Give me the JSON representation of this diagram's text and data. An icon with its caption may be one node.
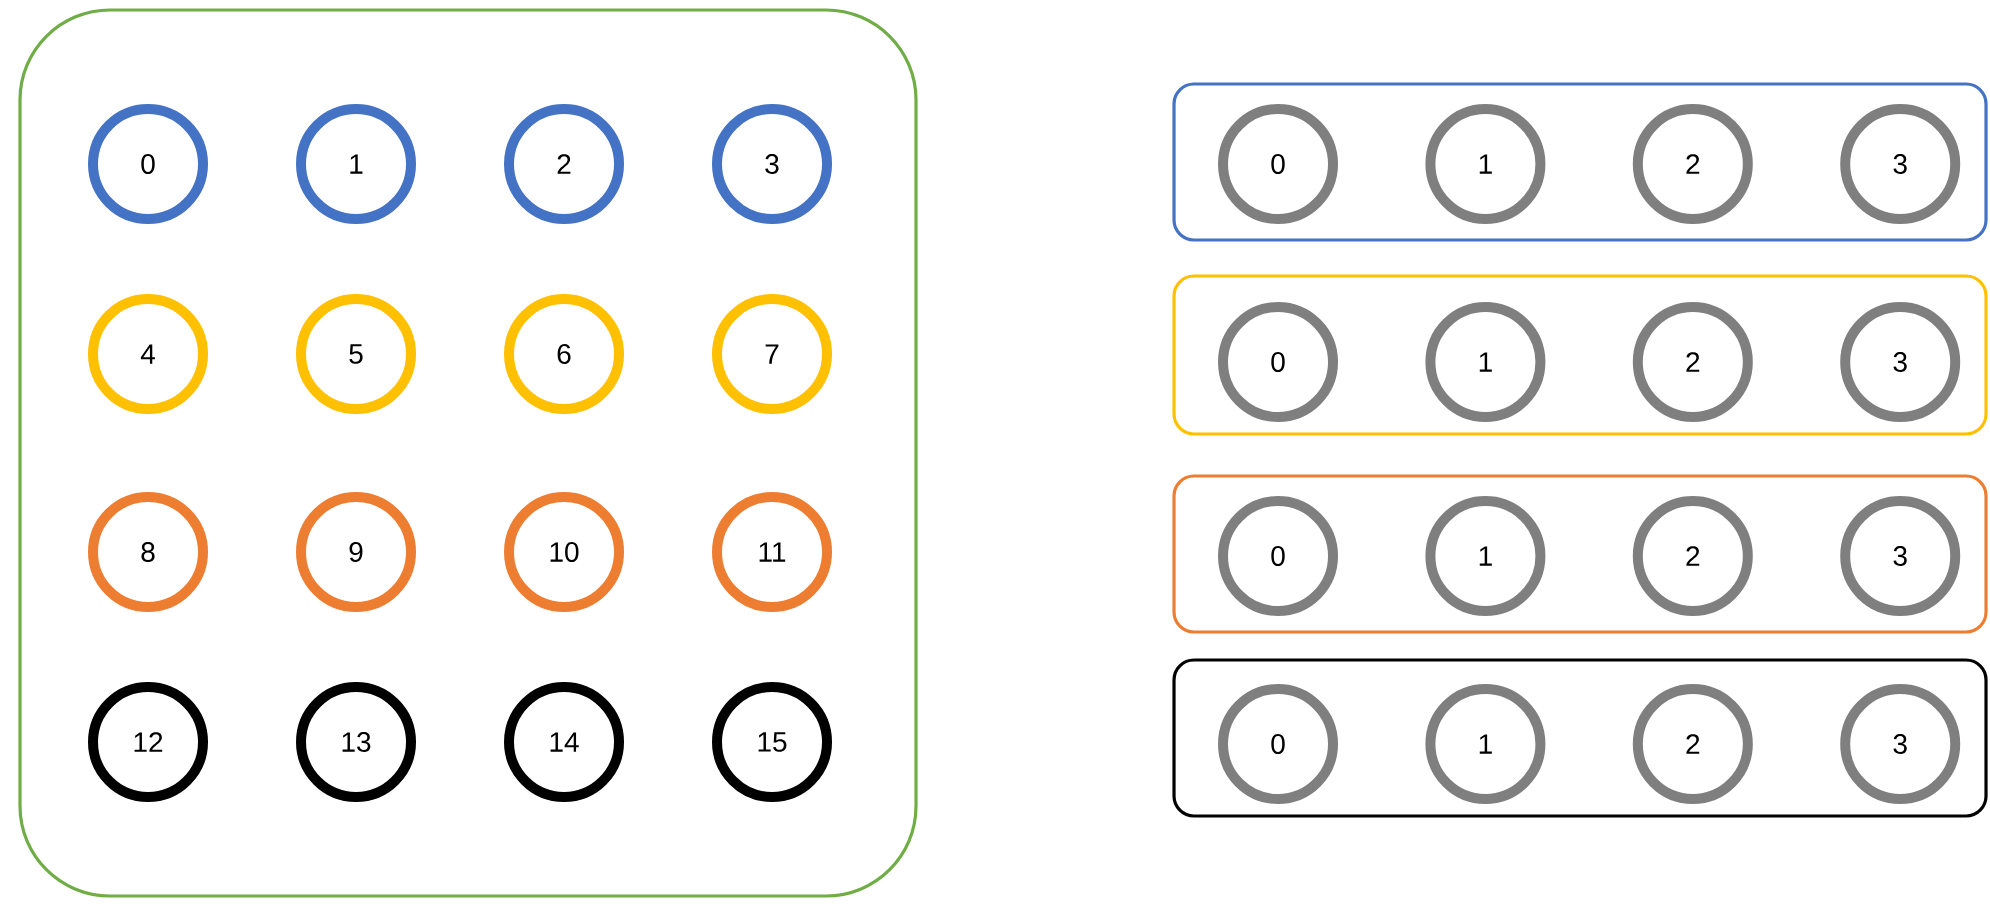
{
  "diagram": {
    "nodes": [
      {
        "text": [],
        "shape": "box"
      },
      {
        "text": [
          "0"
        ],
        "in": 0
      },
      {
        "text": [
          "1"
        ],
        "in": 0
      },
      {
        "text": [
          "2"
        ],
        "in": 0
      },
      {
        "text": [
          "3"
        ],
        "in": 0
      },
      {
        "text": [
          "4"
        ],
        "in": 0
      },
      {
        "text": [
          "5"
        ],
        "in": 0
      },
      {
        "text": [
          "6"
        ],
        "in": 0
      },
      {
        "text": [
          "7"
        ],
        "in": 0
      },
      {
        "text": [
          "8"
        ],
        "in": 0
      },
      {
        "text": [
          "9"
        ],
        "in": 0
      },
      {
        "text": [
          "10"
        ],
        "in": 0
      },
      {
        "text": [
          "11"
        ],
        "in": 0
      },
      {
        "text": [
          "12"
        ],
        "in": 0
      },
      {
        "text": [
          "13"
        ],
        "in": 0
      },
      {
        "text": [
          "14"
        ],
        "in": 0
      },
      {
        "text": [
          "15"
        ],
        "in": 0
      },
      {
        "text": [],
        "shape": "box"
      },
      {
        "text": [
          "0"
        ],
        "in": 17
      },
      {
        "text": [
          "1"
        ],
        "in": 17
      },
      {
        "text": [
          "2"
        ],
        "in": 17
      },
      {
        "text": [
          "3"
        ],
        "in": 17
      },
      {
        "text": [],
        "shape": "box"
      },
      {
        "text": [
          "0"
        ],
        "in": 22
      },
      {
        "text": [
          "1"
        ],
        "in": 22
      },
      {
        "text": [
          "2"
        ],
        "in": 22
      },
      {
        "text": [
          "3"
        ],
        "in": 22
      },
      {
        "text": [],
        "shape": "box"
      },
      {
        "text": [
          "0"
        ],
        "in": 27
      },
      {
        "text": [
          "1"
        ],
        "in": 27
      },
      {
        "text": [
          "2"
        ],
        "in": 27
      },
      {
        "text": [
          "3"
        ],
        "in": 27
      },
      {
        "text": [],
        "shape": "box"
      },
      {
        "text": [
          "0"
        ],
        "in": 32
      },
      {
        "text": [
          "1"
        ],
        "in": 32
      },
      {
        "text": [
          "2"
        ],
        "in": 32
      },
      {
        "text": [
          "3"
        ],
        "in": 32
      }
    ]
  }
}
